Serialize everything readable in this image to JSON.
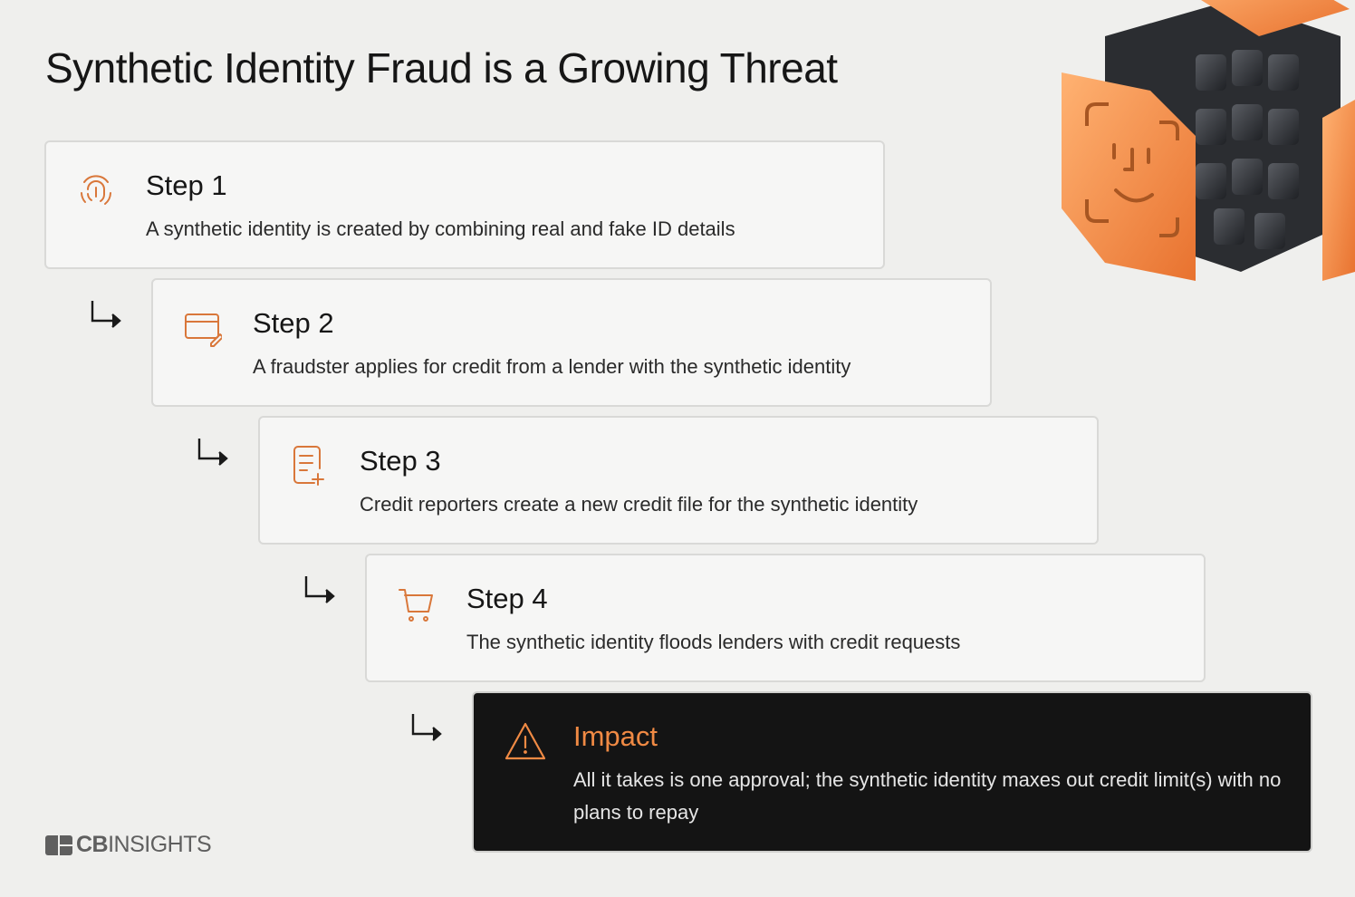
{
  "title": "Synthetic Identity Fraud is a Growing Threat",
  "steps": [
    {
      "heading": "Step 1",
      "description": "A synthetic identity is created by combining real and fake ID details",
      "icon": "fingerprint-icon"
    },
    {
      "heading": "Step 2",
      "description": "A fraudster applies for credit from a lender with the synthetic identity",
      "icon": "credit-card-edit-icon"
    },
    {
      "heading": "Step 3",
      "description": "Credit reporters create a new credit file for the synthetic identity",
      "icon": "file-add-icon"
    },
    {
      "heading": "Step 4",
      "description": "The synthetic identity floods lenders with credit requests",
      "icon": "shopping-cart-icon"
    }
  ],
  "impact": {
    "heading": "Impact",
    "description": "All it takes is one approval; the synthetic identity maxes out credit limit(s) with no plans to repay",
    "icon": "warning-icon"
  },
  "brand": {
    "name_bold": "CB",
    "name_rest": "INSIGHTS"
  },
  "colors": {
    "accent": "#f08a44",
    "icon": "#d9773a",
    "dark_card": "#141414",
    "background": "#efefed"
  }
}
